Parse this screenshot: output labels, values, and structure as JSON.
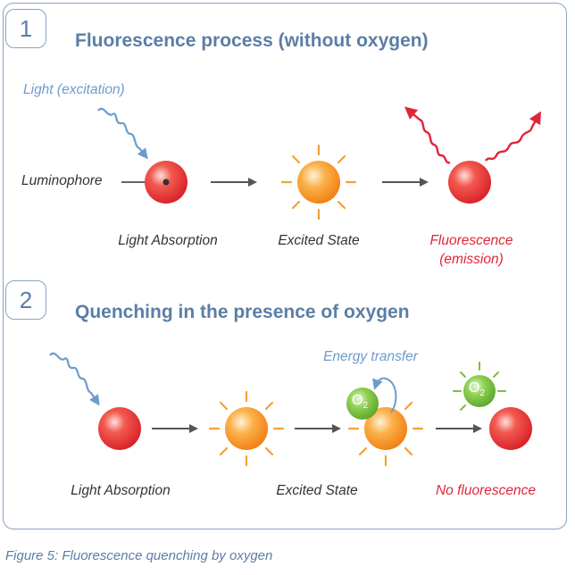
{
  "section1": {
    "number": "1",
    "title": "Fluorescence process (without oxygen)"
  },
  "section2": {
    "number": "2",
    "title": "Quenching in the presence of oxygen"
  },
  "labels": {
    "light_excitation": "Light (excitation)",
    "luminophore": "Luminophore",
    "light_absorption_1": "Light Absorption",
    "excited_state_1": "Excited State",
    "fluorescence_line1": "Fluorescence",
    "fluorescence_line2": "(emission)",
    "energy_transfer": "Energy transfer",
    "light_absorption_2": "Light Absorption",
    "excited_state_2": "Excited State",
    "no_fluorescence": "No fluorescence"
  },
  "oxygen_label": {
    "main": "O",
    "subscript": "2"
  },
  "caption": "Figure 5: Fluorescence quenching by oxygen",
  "colors": {
    "frame": "#8aa3bf",
    "heading": "#5b7ea6",
    "light_wave": "#6b9ccb",
    "emission_wave": "#e0253a",
    "ground_sphere": "#e8262c",
    "excited_sphere": "#f7931e",
    "oxygen_sphere": "#7ac143",
    "arrow": "#555555"
  }
}
